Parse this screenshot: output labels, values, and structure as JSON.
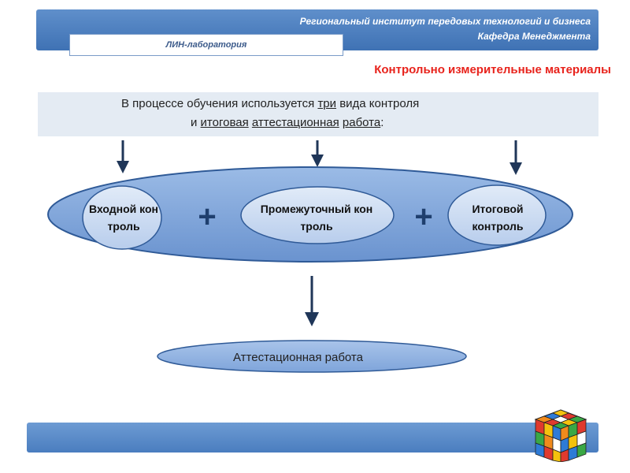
{
  "header": {
    "institute": "Региональный институт передовых технологий и бизнеса",
    "department": "Кафедра Менеджмента",
    "lab": "ЛИН-лаборатория"
  },
  "section_title": "Контрольно измерительные материалы",
  "intro": {
    "line1_part1": "В процессе обучения используется ",
    "line1_underlined": "три",
    "line1_part2": " вида контроля",
    "line2_part1": "и ",
    "line2_underlined1": "итоговая",
    "line2_space1": " ",
    "line2_underlined2": "аттестационная",
    "line2_space2": " ",
    "line2_underlined3": "работа",
    "line2_end": ":"
  },
  "nodes": {
    "input_control": "Входной контроль",
    "intermediate_control": "Промежуточный контроль",
    "final_control": "Итоговой контроль",
    "plus_symbol": "+"
  },
  "result": "Аттестационная работа",
  "colors": {
    "header_blue": "#4a7dbf",
    "title_red": "#e8231c",
    "ellipse_fill": "#7ea4da",
    "ellipse_stroke": "#2f5a97",
    "node_fill": "#c8d9f1",
    "arrow": "#1f3658"
  },
  "icons": {
    "corner": "rubiks-cube-icon"
  }
}
